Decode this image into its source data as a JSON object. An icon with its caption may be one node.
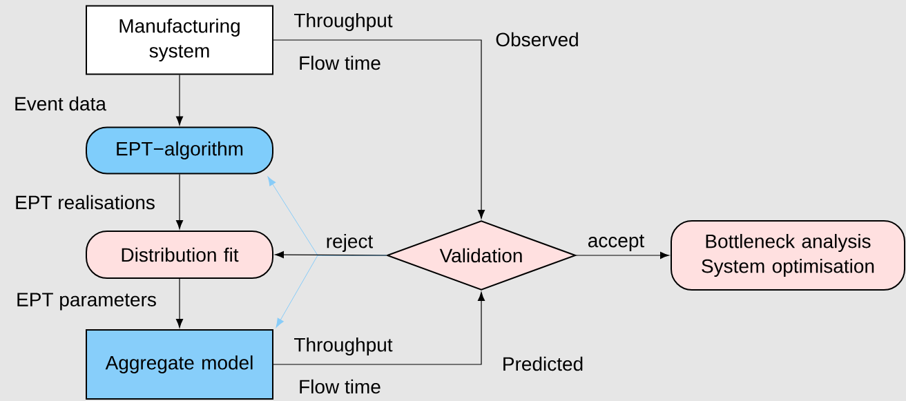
{
  "diagram": {
    "nodes": [
      {
        "text": [
          "Manufacturing system"
        ]
      },
      {
        "text": [
          "EPT−algorithm"
        ]
      },
      {
        "text": [
          "Distribution fit"
        ]
      },
      {
        "text": [
          "Aggregate model"
        ]
      },
      {
        "text": [
          "Validation"
        ]
      },
      {
        "text": [
          "Bottleneck analysis",
          "System optimisation"
        ]
      }
    ],
    "edges": [
      {
        "from": 0,
        "to": 1,
        "arrow": "to",
        "label": "Event data"
      },
      {
        "from": 1,
        "to": 2,
        "arrow": "to",
        "label": "EPT realisations"
      },
      {
        "from": 2,
        "to": 3,
        "arrow": "to",
        "label": "EPT parameters"
      },
      {
        "from": 0,
        "to": 4,
        "arrow": "to",
        "label": "Observed"
      },
      {
        "from": 3,
        "to": 4,
        "arrow": "to",
        "label": "Predicted"
      },
      {
        "from": 4,
        "to": 2,
        "arrow": "to",
        "label": "reject"
      },
      {
        "from": 4,
        "to": 5,
        "arrow": "to",
        "label": "accept"
      },
      {
        "from": 4,
        "to": 1,
        "arrow": "to",
        "color": "#88ccf8"
      },
      {
        "from": 4,
        "to": 3,
        "arrow": "to",
        "color": "#88ccf8"
      }
    ],
    "labels": [
      "Throughput",
      "Flow time",
      "Throughput",
      "Flow time"
    ]
  }
}
